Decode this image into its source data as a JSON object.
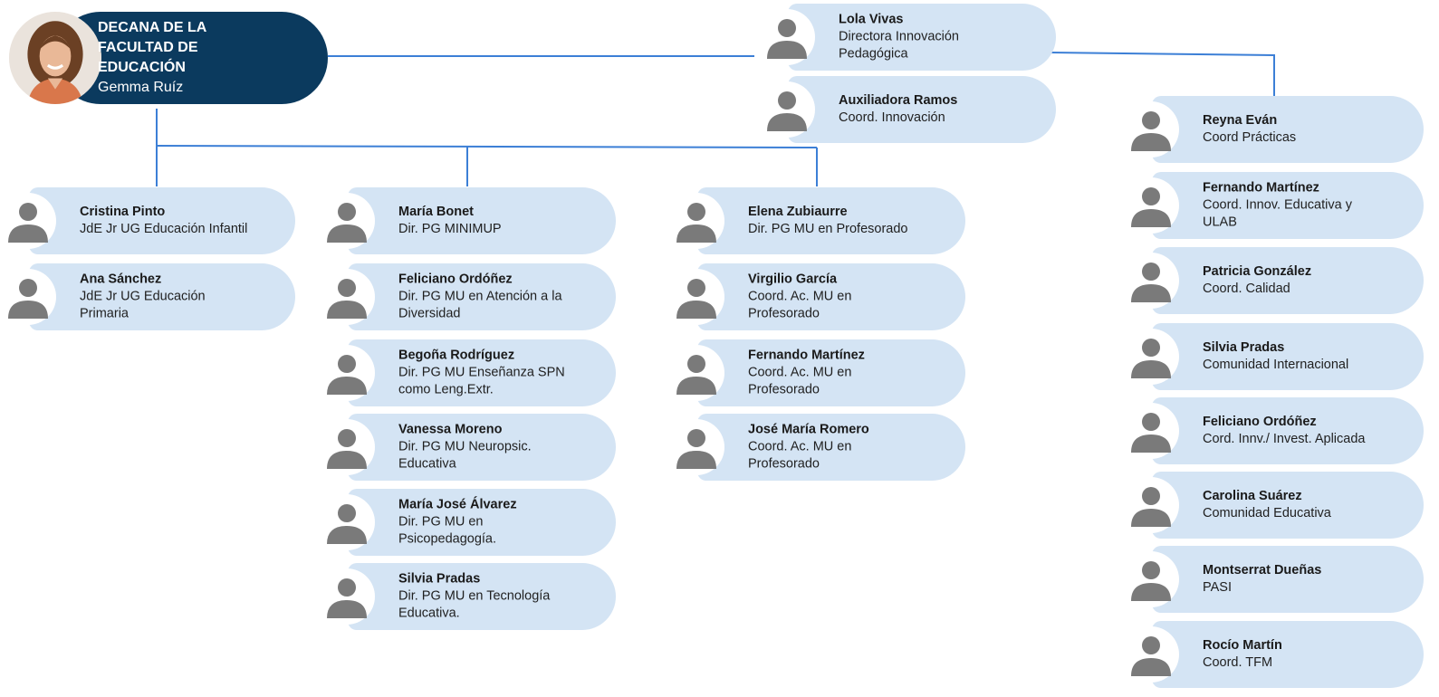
{
  "dean": {
    "title_lines": [
      "DECANA DE LA",
      "FACULTAD DE",
      "EDUCACIÓN"
    ],
    "name": "Gemma Ruíz"
  },
  "colors": {
    "card_bg": "#d4e4f4",
    "dean_bg": "#0b3a5e",
    "connector": "#3c7fd6",
    "avatar": "#7a7a7a"
  },
  "icons": {
    "person": "person-silhouette-icon",
    "dean_photo": "dean-portrait"
  },
  "top_group": [
    {
      "name": "Lola Vivas",
      "role_lines": [
        "Directora Innovación",
        "Pedagógica"
      ]
    },
    {
      "name": "Auxiliadora Ramos",
      "role_lines": [
        "Coord. Innovación"
      ]
    }
  ],
  "columns": [
    [
      {
        "name": "Cristina Pinto",
        "role_lines": [
          "JdE Jr UG Educación Infantil"
        ]
      },
      {
        "name": "Ana Sánchez",
        "role_lines": [
          "JdE Jr UG Educación",
          "Primaria"
        ]
      }
    ],
    [
      {
        "name": "María Bonet",
        "role_lines": [
          "Dir. PG MINIMUP"
        ]
      },
      {
        "name": "Feliciano Ordóñez",
        "role_lines": [
          "Dir. PG MU en Atención a la",
          "Diversidad"
        ]
      },
      {
        "name": "Begoña Rodríguez",
        "role_lines": [
          "Dir. PG MU Enseñanza SPN",
          "como Leng.Extr."
        ]
      },
      {
        "name": "Vanessa Moreno",
        "role_lines": [
          "Dir. PG MU Neuropsic.",
          "Educativa"
        ]
      },
      {
        "name": "María José Álvarez",
        "role_lines": [
          "Dir. PG MU en",
          "Psicopedagogía."
        ]
      },
      {
        "name": "Silvia Pradas",
        "role_lines": [
          "Dir. PG MU en Tecnología",
          "Educativa."
        ]
      }
    ],
    [
      {
        "name": "Elena Zubiaurre",
        "role_lines": [
          "Dir. PG MU en Profesorado"
        ]
      },
      {
        "name": "Virgilio García",
        "role_lines": [
          "Coord. Ac. MU en",
          "Profesorado"
        ]
      },
      {
        "name": "Fernando Martínez",
        "role_lines": [
          "Coord. Ac. MU en",
          "Profesorado"
        ]
      },
      {
        "name": "José María Romero",
        "role_lines": [
          "Coord. Ac. MU en",
          "Profesorado"
        ]
      }
    ],
    [
      {
        "name": "Reyna Eván",
        "role_lines": [
          "Coord Prácticas"
        ]
      },
      {
        "name": "Fernando Martínez",
        "role_lines": [
          "Coord. Innov. Educativa y",
          "ULAB"
        ]
      },
      {
        "name": "Patricia González",
        "role_lines": [
          "Coord. Calidad"
        ]
      },
      {
        "name": "Silvia Pradas",
        "role_lines": [
          "Comunidad Internacional"
        ]
      },
      {
        "name": "Feliciano Ordóñez",
        "role_lines": [
          "Cord. Innv./ Invest. Aplicada"
        ]
      },
      {
        "name": "Carolina Suárez",
        "role_lines": [
          "Comunidad Educativa"
        ]
      },
      {
        "name": "Montserrat Dueñas",
        "role_lines": [
          "PASI"
        ]
      },
      {
        "name": "Rocío Martín",
        "role_lines": [
          "Coord. TFM"
        ]
      }
    ]
  ]
}
